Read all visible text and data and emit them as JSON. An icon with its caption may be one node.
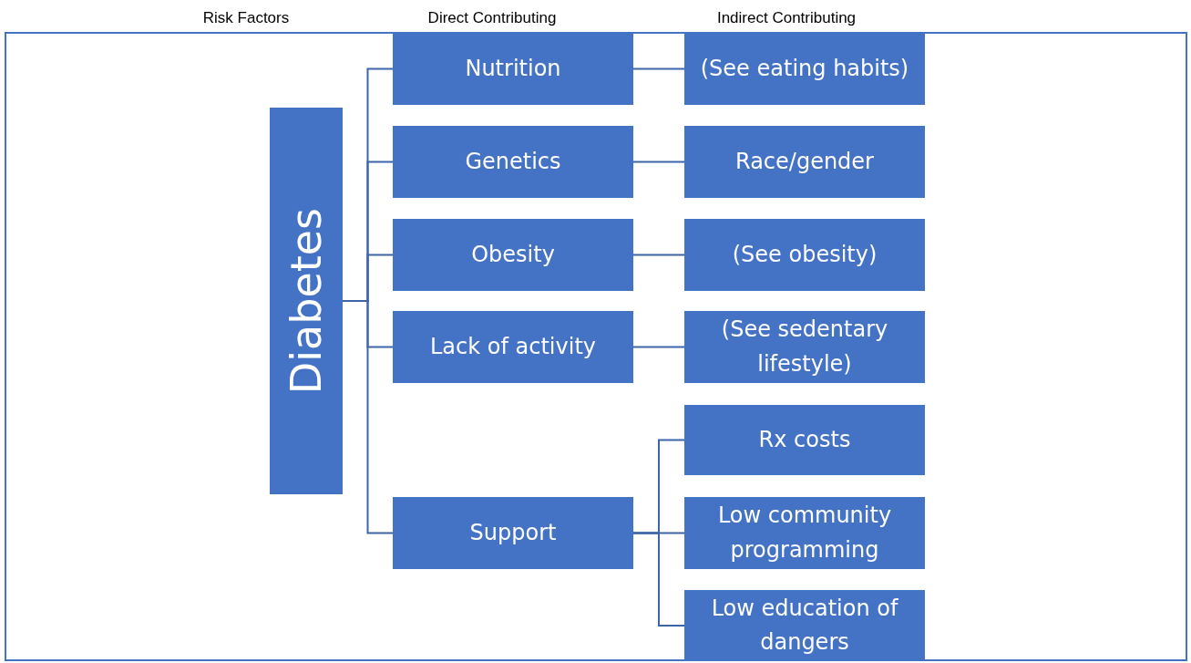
{
  "diagram": {
    "nodes": [
      {
        "text": [
          "Diabetes"
        ]
      },
      {
        "text": [
          "Nutrition"
        ]
      },
      {
        "text": [
          "Genetics"
        ]
      },
      {
        "text": [
          "Obesity"
        ]
      },
      {
        "text": [
          "Lack of activity"
        ]
      },
      {
        "text": [
          "Support"
        ]
      },
      {
        "text": [
          "(See eating habits)"
        ]
      },
      {
        "text": [
          "Race/gender"
        ]
      },
      {
        "text": [
          "(See obesity)"
        ]
      },
      {
        "text": [
          "(See sedentary lifestyle)"
        ]
      },
      {
        "text": [
          "Rx costs"
        ]
      },
      {
        "text": [
          "Low community programming"
        ]
      },
      {
        "text": [
          "Low education of dangers"
        ]
      }
    ],
    "edges": [
      {
        "from": 0,
        "to": 1,
        "arrow": "none"
      },
      {
        "from": 0,
        "to": 2,
        "arrow": "none"
      },
      {
        "from": 0,
        "to": 3,
        "arrow": "none"
      },
      {
        "from": 0,
        "to": 4,
        "arrow": "none"
      },
      {
        "from": 0,
        "to": 5,
        "arrow": "none"
      },
      {
        "from": 1,
        "to": 6,
        "arrow": "none"
      },
      {
        "from": 2,
        "to": 7,
        "arrow": "none"
      },
      {
        "from": 3,
        "to": 8,
        "arrow": "none"
      },
      {
        "from": 4,
        "to": 9,
        "arrow": "none"
      },
      {
        "from": 5,
        "to": 10,
        "arrow": "none"
      },
      {
        "from": 5,
        "to": 11,
        "arrow": "none"
      },
      {
        "from": 5,
        "to": 12,
        "arrow": "none"
      }
    ],
    "labels": [
      "Risk Factors",
      "Direct Contributing",
      "Indirect Contributing"
    ]
  }
}
